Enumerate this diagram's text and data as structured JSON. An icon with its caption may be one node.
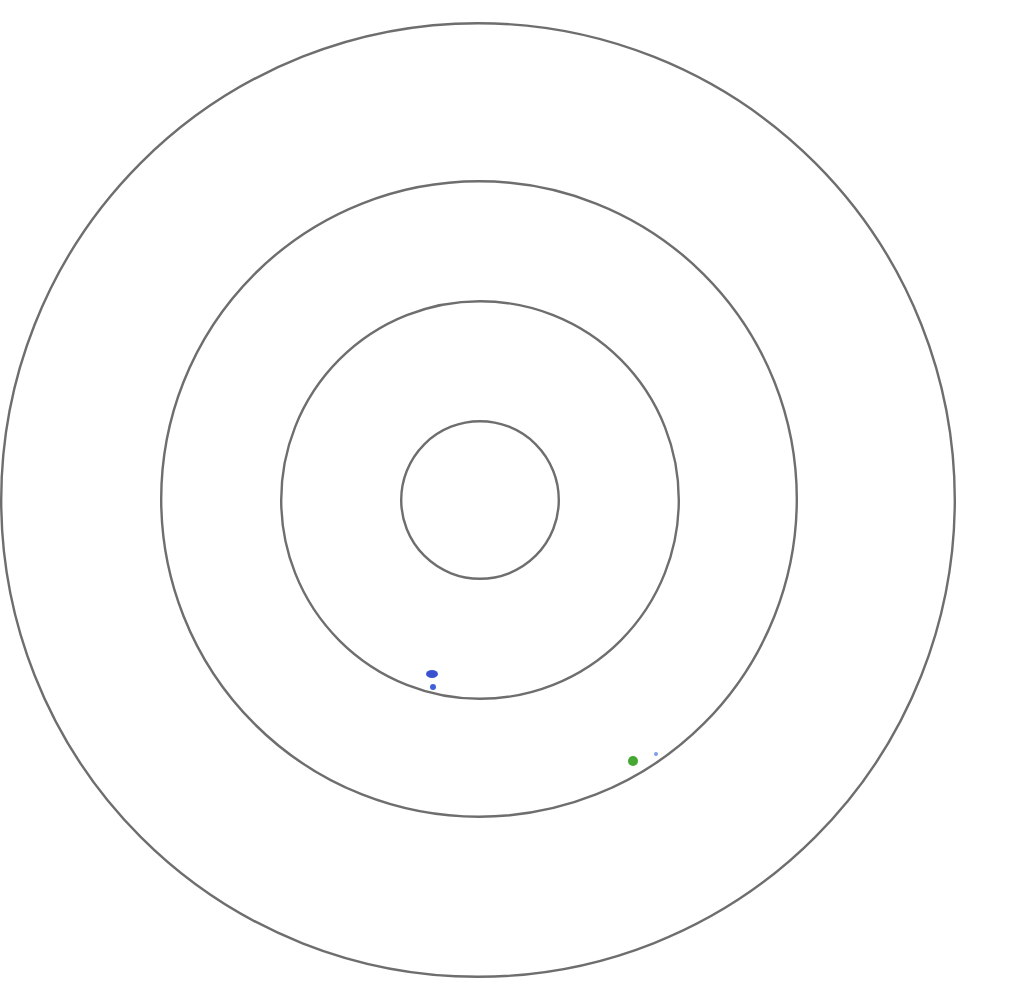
{
  "diagram": {
    "nodes": [
      {
        "text": [],
        "shape": "circle"
      },
      {
        "text": [],
        "shape": "circle",
        "in": 0
      },
      {
        "text": [],
        "shape": "circle",
        "in": 1
      },
      {
        "text": [],
        "shape": "circle",
        "in": 2
      },
      {
        "text": [],
        "shape": "dot",
        "in": 2
      },
      {
        "text": [],
        "shape": "dot",
        "in": 2
      },
      {
        "text": [],
        "shape": "dot",
        "in": 1
      },
      {
        "text": [],
        "shape": "dot",
        "in": 1
      }
    ]
  }
}
